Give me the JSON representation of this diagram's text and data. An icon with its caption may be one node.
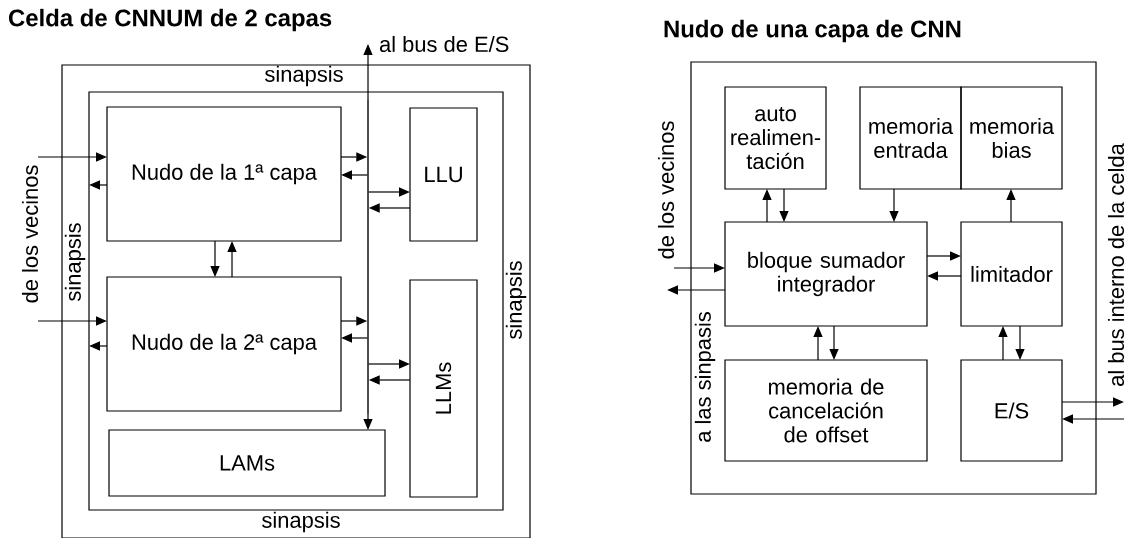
{
  "diagram": {
    "nodes": [
      {
        "text": [
          "Celda de CNNUM de 2 capas",
          "sinapsis",
          "sinapsis",
          "sinapsis",
          "sinapsis"
        ]
      },
      {
        "text": [],
        "shape": "box",
        "in": 0
      },
      {
        "text": [
          "Nudo de la 1ª capa"
        ],
        "in": 1
      },
      {
        "text": [
          "LLU"
        ],
        "in": 1
      },
      {
        "text": [
          "Nudo de la 2ª capa"
        ],
        "in": 1
      },
      {
        "text": [
          "LLMs"
        ],
        "in": 1
      },
      {
        "text": [
          "LAMs"
        ],
        "in": 1
      },
      {
        "text": [],
        "shape": "bar",
        "in": 1
      },
      {
        "text": [
          "Nudo de una capa de CNN"
        ]
      },
      {
        "text": [
          "auto realimen- tación"
        ],
        "in": 8
      },
      {
        "text": [
          "memoria entrada"
        ],
        "in": 8
      },
      {
        "text": [
          "memoria bias"
        ],
        "in": 8
      },
      {
        "text": [
          "bloque sumador integrador"
        ],
        "in": 8
      },
      {
        "text": [
          "limitador"
        ],
        "in": 8
      },
      {
        "text": [
          "memoria de cancelación de offset"
        ],
        "in": 8
      },
      {
        "text": [
          "E/S"
        ],
        "in": 8
      },
      {
        "text": [
          "al bus de E/S"
        ]
      },
      {
        "text": [
          "de los vecinos"
        ]
      },
      {
        "text": [
          "de los vecinos"
        ]
      },
      {
        "text": [
          "al bus interno de la celda"
        ]
      }
    ],
    "edges": [
      {
        "from": 17,
        "to": 2,
        "arrow": "to"
      },
      {
        "from": 2,
        "to": null,
        "arrow": "to"
      },
      {
        "from": 17,
        "to": 4,
        "arrow": "to"
      },
      {
        "from": 4,
        "to": null,
        "arrow": "to"
      },
      {
        "from": 2,
        "to": 4,
        "arrow": "to"
      },
      {
        "from": 4,
        "to": 2,
        "arrow": "to"
      },
      {
        "from": 2,
        "to": 7,
        "arrow": "to"
      },
      {
        "from": 7,
        "to": 2,
        "arrow": "to"
      },
      {
        "from": 7,
        "to": 3,
        "arrow": "to"
      },
      {
        "from": 3,
        "to": 7,
        "arrow": "to"
      },
      {
        "from": 4,
        "to": 7,
        "arrow": "to"
      },
      {
        "from": 7,
        "to": 4,
        "arrow": "to"
      },
      {
        "from": 7,
        "to": 5,
        "arrow": "to"
      },
      {
        "from": 5,
        "to": 7,
        "arrow": "to"
      },
      {
        "from": 7,
        "to": 6,
        "arrow": "to"
      },
      {
        "from": 7,
        "to": 16,
        "arrow": "to"
      },
      {
        "from": 18,
        "to": 12,
        "arrow": "to"
      },
      {
        "from": 12,
        "to": null,
        "arrow": "to"
      },
      {
        "from": 12,
        "to": 9,
        "arrow": "to"
      },
      {
        "from": 9,
        "to": 12,
        "arrow": "to"
      },
      {
        "from": 10,
        "to": 12,
        "arrow": "to"
      },
      {
        "from": 13,
        "to": 11,
        "arrow": "to"
      },
      {
        "from": 12,
        "to": 13,
        "arrow": "to"
      },
      {
        "from": 13,
        "to": 12,
        "arrow": "to"
      },
      {
        "from": 14,
        "to": 12,
        "arrow": "to"
      },
      {
        "from": 12,
        "to": 14,
        "arrow": "to"
      },
      {
        "from": 15,
        "to": 13,
        "arrow": "to"
      },
      {
        "from": 13,
        "to": 15,
        "arrow": "to"
      },
      {
        "from": 15,
        "to": 19,
        "arrow": "to"
      },
      {
        "from": 19,
        "to": 15,
        "arrow": "to"
      }
    ],
    "labels": [
      "a las sinpasis"
    ]
  }
}
